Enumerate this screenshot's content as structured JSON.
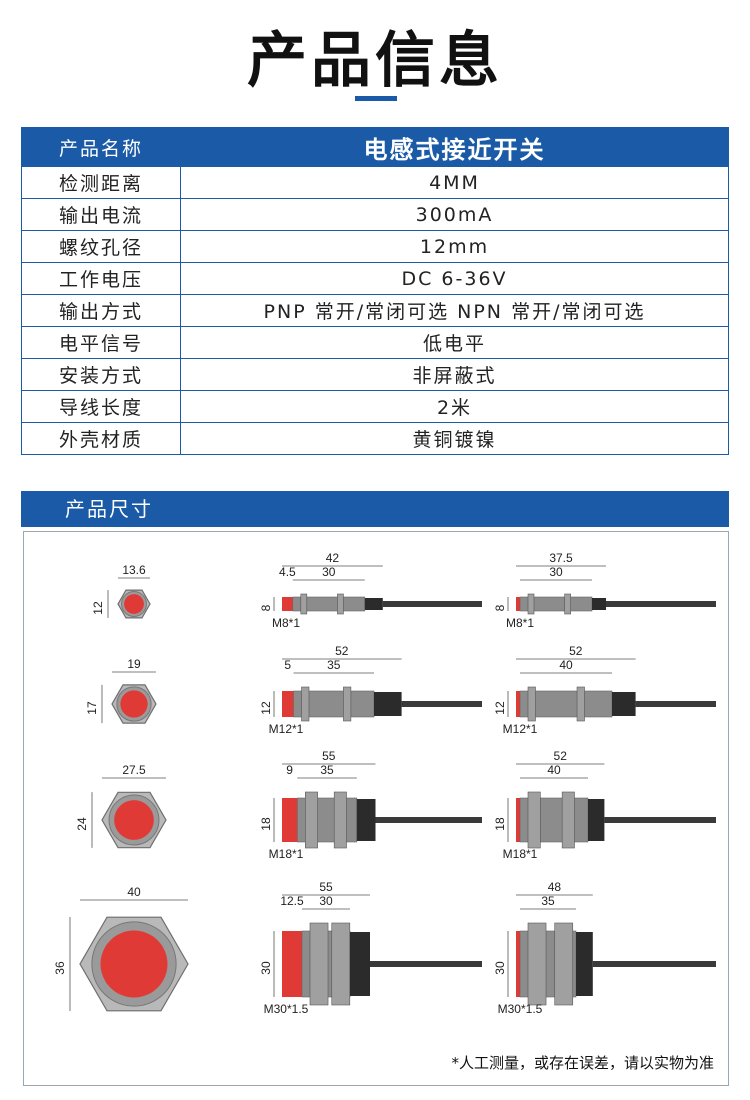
{
  "page": {
    "title": "产品信息"
  },
  "specs": {
    "header": {
      "key": "产品名称",
      "value": "电感式接近开关"
    },
    "rows": [
      {
        "key": "检测距离",
        "value": "4MM"
      },
      {
        "key": "输出电流",
        "value": "300mA"
      },
      {
        "key": "螺纹孔径",
        "value": "12mm"
      },
      {
        "key": "工作电压",
        "value": "DC 6-36V"
      },
      {
        "key": "输出方式",
        "value": "PNP 常开/常闭可选  NPN 常开/常闭可选"
      },
      {
        "key": "电平信号",
        "value": "低电平"
      },
      {
        "key": "安装方式",
        "value": "非屏蔽式"
      },
      {
        "key": "导线长度",
        "value": "2米"
      },
      {
        "key": "外壳材质",
        "value": "黄铜镀镍"
      }
    ]
  },
  "dimensions": {
    "header": "产品尺寸",
    "note": "*人工测量，或存在误差，请以实物为准",
    "colors": {
      "accent": "#1a5aa6",
      "sensor_face": "#e03a36",
      "body": "#8c8c8c",
      "cable": "#3a3a3a"
    },
    "rows": [
      {
        "size": "M8",
        "hex": {
          "width": "13.6",
          "height": "12"
        },
        "left": {
          "total": "42",
          "thread": "30",
          "face": "4.5",
          "diameter": "8",
          "thread_label": "M8*1"
        },
        "right": {
          "total": "37.5",
          "thread": "30",
          "diameter": "8",
          "thread_label": "M8*1"
        }
      },
      {
        "size": "M12",
        "hex": {
          "width": "19",
          "height": "17"
        },
        "left": {
          "total": "52",
          "thread": "35",
          "face": "5",
          "diameter": "12",
          "thread_label": "M12*1"
        },
        "right": {
          "total": "52",
          "thread": "40",
          "diameter": "12",
          "thread_label": "M12*1"
        }
      },
      {
        "size": "M18",
        "hex": {
          "width": "27.5",
          "height": "24"
        },
        "left": {
          "total": "55",
          "thread": "35",
          "face": "9",
          "diameter": "18",
          "thread_label": "M18*1"
        },
        "right": {
          "total": "52",
          "thread": "40",
          "diameter": "18",
          "thread_label": "M18*1"
        }
      },
      {
        "size": "M30",
        "hex": {
          "width": "40",
          "height": "36"
        },
        "left": {
          "total": "55",
          "thread": "30",
          "face": "12.5",
          "diameter": "30",
          "thread_label": "M30*1.5"
        },
        "right": {
          "total": "48",
          "thread": "35",
          "diameter": "30",
          "thread_label": "M30*1.5"
        }
      }
    ]
  }
}
